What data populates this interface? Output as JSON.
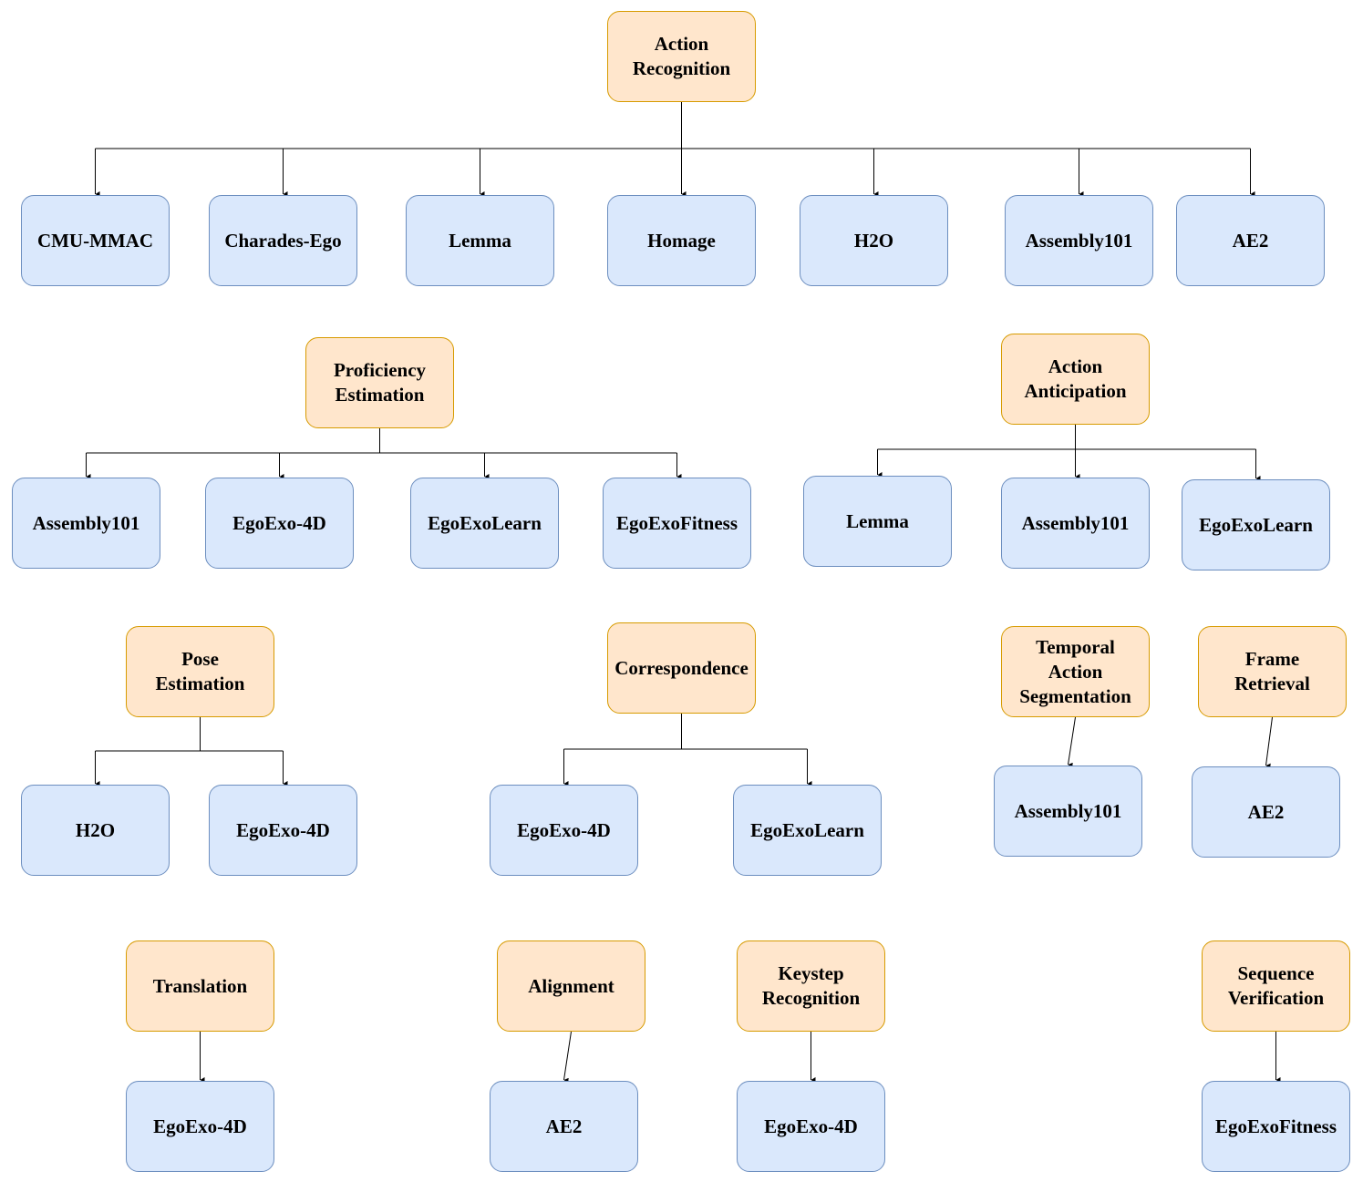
{
  "colors": {
    "task_fill": "#ffe6cc",
    "task_border": "#d79b00",
    "dataset_fill": "#dae8fc",
    "dataset_border": "#6c8ebf",
    "edge": "#000000"
  },
  "groups": [
    {
      "id": "action-recognition",
      "task": "Action\nRecognition",
      "datasets": [
        "CMU-MMAC",
        "Charades-Ego",
        "Lemma",
        "Homage",
        "H2O",
        "Assembly101",
        "AE2"
      ]
    },
    {
      "id": "proficiency-estimation",
      "task": "Proficiency\nEstimation",
      "datasets": [
        "Assembly101",
        "EgoExo-4D",
        "EgoExoLearn",
        "EgoExoFitness"
      ]
    },
    {
      "id": "action-anticipation",
      "task": "Action\nAnticipation",
      "datasets": [
        "Lemma",
        "Assembly101",
        "EgoExoLearn"
      ]
    },
    {
      "id": "pose-estimation",
      "task": "Pose\nEstimation",
      "datasets": [
        "H2O",
        "EgoExo-4D"
      ]
    },
    {
      "id": "correspondence",
      "task": "Correspondence",
      "datasets": [
        "EgoExo-4D",
        "EgoExoLearn"
      ]
    },
    {
      "id": "temporal-action-segmentation",
      "task": "Temporal\nAction\nSegmentation",
      "datasets": [
        "Assembly101"
      ]
    },
    {
      "id": "frame-retrieval",
      "task": "Frame\nRetrieval",
      "datasets": [
        "AE2"
      ]
    },
    {
      "id": "translation",
      "task": "Translation",
      "datasets": [
        "EgoExo-4D"
      ]
    },
    {
      "id": "alignment",
      "task": "Alignment",
      "datasets": [
        "AE2"
      ]
    },
    {
      "id": "keystep-recognition",
      "task": "Keystep\nRecognition",
      "datasets": [
        "EgoExo-4D"
      ]
    },
    {
      "id": "sequence-verification",
      "task": "Sequence\nVerification",
      "datasets": [
        "EgoExoFitness"
      ]
    }
  ]
}
